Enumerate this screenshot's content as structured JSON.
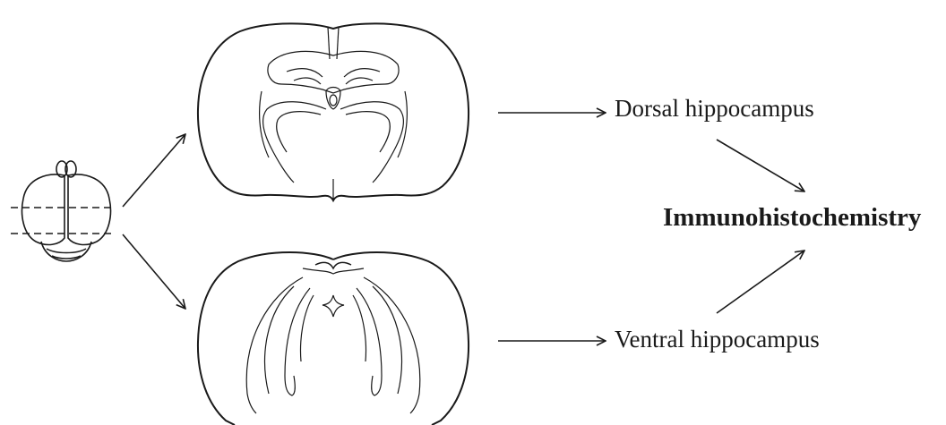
{
  "labels": {
    "dorsal": "Dorsal hippocampus",
    "ventral": "Ventral hippocampus",
    "method": "Immunohistochemistry"
  },
  "colors": {
    "stroke": "#1a1a1a",
    "background": "#ffffff"
  }
}
